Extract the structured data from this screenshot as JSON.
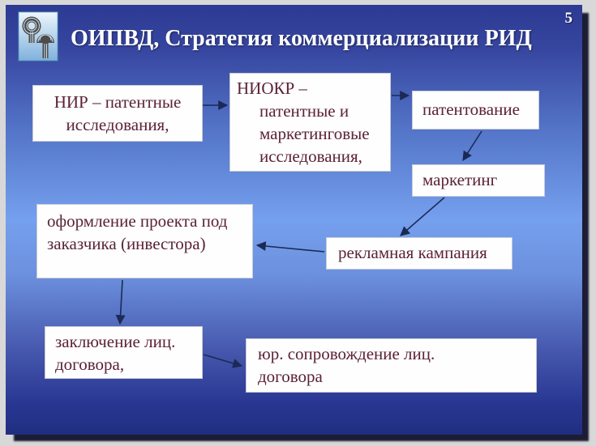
{
  "slide": {
    "page_number": "5",
    "title": "ОИПВД, Стратегия коммерциализации РИД",
    "logo_name": "patent-organization-logo"
  },
  "diagram": {
    "nodes": [
      {
        "id": "nir",
        "lines": [
          "НИР – патентные",
          "исследования,"
        ]
      },
      {
        "id": "niokr",
        "lines": [
          "НИОКР –",
          "патентные и",
          "маркетинговые",
          "исследования,"
        ]
      },
      {
        "id": "patentovanie",
        "lines": [
          "патентование"
        ]
      },
      {
        "id": "marketing",
        "lines": [
          "маркетинг"
        ]
      },
      {
        "id": "oformlenie",
        "lines": [
          "оформление проекта под",
          "заказчика (инвестора)"
        ]
      },
      {
        "id": "reklama",
        "lines": [
          "рекламная кампания"
        ]
      },
      {
        "id": "zakluchenie",
        "lines": [
          "заключение лиц.",
          "договора,"
        ]
      },
      {
        "id": "yur",
        "lines": [
          "юр. сопровождение лиц.",
          "договора"
        ]
      }
    ],
    "edges": [
      {
        "from": "nir",
        "to": "niokr"
      },
      {
        "from": "niokr",
        "to": "patentovanie"
      },
      {
        "from": "patentovanie",
        "to": "marketing"
      },
      {
        "from": "marketing",
        "to": "reklama"
      },
      {
        "from": "reklama",
        "to": "oformlenie"
      },
      {
        "from": "oformlenie",
        "to": "zakluchenie"
      },
      {
        "from": "zakluchenie",
        "to": "yur"
      }
    ]
  },
  "colors": {
    "box_text": "#5b2236",
    "box_bg": "#fefefe",
    "arrow": "#1b2a55",
    "title_text": "#ffffff",
    "bg_top": "#2c3a93",
    "bg_middle": "#75a0ee",
    "bg_bottom": "#202e80"
  }
}
